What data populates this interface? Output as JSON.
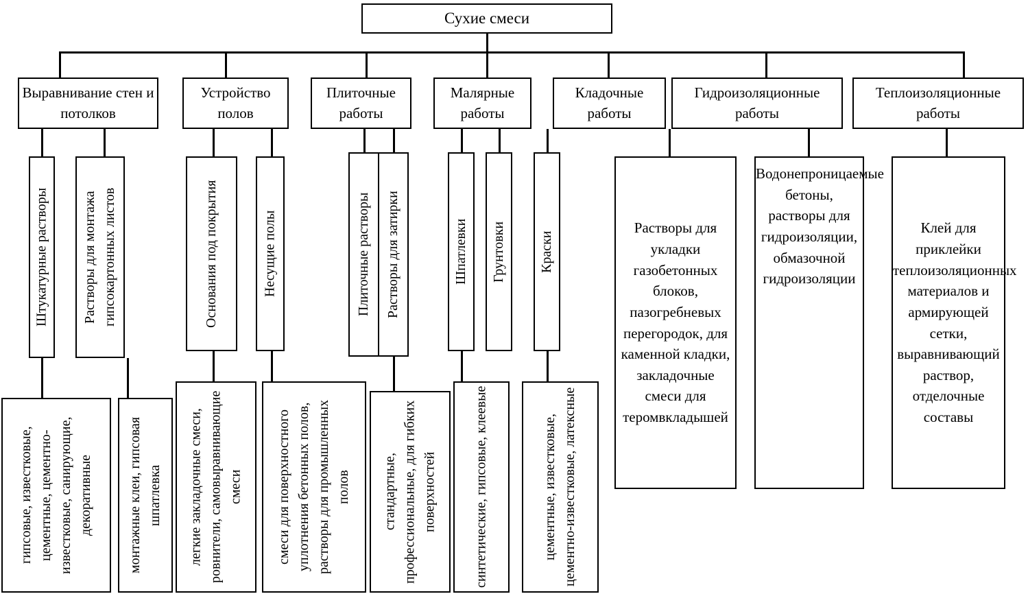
{
  "diagram": {
    "title": "Сухие смеси",
    "root": {
      "label": "Сухие смеси"
    },
    "categories": [
      {
        "label": "Выравнивание стен и потолков"
      },
      {
        "label": "Устройство полов"
      },
      {
        "label": "Плиточные работы"
      },
      {
        "label": "Малярные работы"
      },
      {
        "label": "Кладочные работы"
      },
      {
        "label": "Гидроизоляционные работы"
      },
      {
        "label": "Теплоизоляционные работы"
      }
    ],
    "subtypes": {
      "plaster_mortars": "Штукатурные растворы",
      "gypsum_board_mortars": "Растворы для монтажа гипсокартонных листов",
      "bases_under_coverings": "Основания под покрытия",
      "load_bearing_floors": "Несущие полы",
      "tile_mortars": "Плиточные растворы",
      "grout_mortars": "Растворы для затирки",
      "putties": "Шпатлевки",
      "primers": "Грунтовки",
      "paints": "Краски"
    },
    "details": {
      "plaster_kinds": "гипсовые, известковые, цементные, цементно-известковые, санирующие, декоративные",
      "mounting_adhesives": "монтажные клеи, гипсовая шпатлевка",
      "floor_base_mixes": "легкие закладочные смеси, ровнители, самовыравнивающие смеси",
      "industrial_floor_mixes": "смеси для поверхностного уплотнения бетонных полов, растворы для промышленных полов",
      "grout_kinds": "стандартные, профессиональные, для гибких поверхностей",
      "putty_kinds": "синтетические, гипсовые, клеевые",
      "paint_kinds": "цементные, известковые, цементно-известковые, латексные",
      "masonry_mortars": "Растворы для укладки газобетонных блоков, пазогребневых перегородок, для каменной кладки, закладочные смеси для теромвкладышей",
      "waterproofing_mortars": "Водонепроницаемые бетоны, растворы для гидроизоляции, обмазочной гидроизоляции",
      "thermal_insulation_adhesives": "Клей для приклейки теплоизоляционных материалов и армирующей сетки, выравнивающий раствор, отделочные составы"
    }
  }
}
